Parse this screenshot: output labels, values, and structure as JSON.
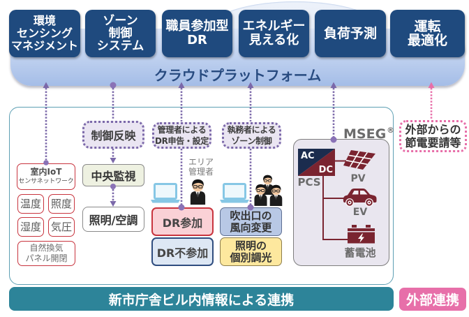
{
  "colors": {
    "navy": "#1f4a7e",
    "cloud-text": "#284b80",
    "teal": "#2d8499",
    "pink": "#e76fa9",
    "purple": "#7b68a9",
    "red": "#c8343e",
    "maroon": "#7a2430",
    "pcs-navy": "#1b2c4e",
    "laptop": "#86c7e5"
  },
  "cloud_platform": {
    "label": "クラウドプラットフォーム",
    "services": [
      {
        "lines": [
          "環境",
          "センシング",
          "マネジメント"
        ]
      },
      {
        "lines": [
          "ゾーン",
          "制御",
          "システム"
        ]
      },
      {
        "lines": [
          "職員参加型",
          "DR"
        ]
      },
      {
        "lines": [
          "エネルギー",
          "見える化"
        ]
      },
      {
        "lines": [
          "負荷予測"
        ]
      },
      {
        "lines": [
          "運転",
          "最適化"
        ]
      }
    ]
  },
  "building": {
    "sensor_network": {
      "lines": [
        "室内IoT",
        "センサネットワーク"
      ]
    },
    "sensors": [
      "温度",
      "照度",
      "湿度",
      "気圧"
    ],
    "ventilation_panel": {
      "lines": [
        "自然換気",
        "パネル開閉"
      ]
    },
    "control_feedback": "制御反映",
    "central_monitoring": "中央監視",
    "lighting_hvac": "照明/空調",
    "manager_dr": {
      "lines": [
        "管理者による",
        "DR申告・設定"
      ]
    },
    "area_manager": {
      "lines": [
        "エリア",
        "管理者"
      ],
      "icons": [
        "laptop-icon",
        "person-icon"
      ]
    },
    "dr_participation": "DR参加",
    "dr_non_participation": "DR不参加",
    "worker_zone_control": {
      "lines": [
        "執務者による",
        "ゾーン制御"
      ],
      "icons": [
        "laptop-icon",
        "people-group-icon"
      ]
    },
    "airflow_direction": {
      "lines": [
        "吹出口の",
        "風向変更"
      ]
    },
    "individual_dimming": {
      "lines": [
        "照明の",
        "個別調光"
      ]
    },
    "mseg": {
      "title": "MSEG",
      "title_mark": "®",
      "pcs": {
        "label": "PCS",
        "ac": "AC",
        "dc": "DC",
        "icon": "ac-dc-converter-icon"
      },
      "devices": [
        {
          "label": "PV",
          "icon": "solar-panel-icon"
        },
        {
          "label": "EV",
          "icon": "car-icon"
        },
        {
          "label": "蓄電池",
          "icon": "battery-icon"
        }
      ]
    },
    "footer": "新市庁舎ビル内情報による連携"
  },
  "external": {
    "request": {
      "lines": [
        "外部からの",
        "節電要請等"
      ]
    },
    "footer": "外部連携"
  },
  "connectors": [
    {
      "from": "building.sensor_network",
      "to": "cloud_platform",
      "arrowhead": true
    },
    {
      "from": "cloud_platform",
      "to": "building.control_feedback",
      "arrowhead": false
    },
    {
      "from": "building.control_feedback",
      "to": "building.central_monitoring",
      "arrowhead": true
    },
    {
      "from": "building.central_monitoring",
      "to": "building.lighting_hvac",
      "arrowhead": true
    },
    {
      "from": "building.dr_participation",
      "to": "cloud_platform",
      "via": "building.manager_dr",
      "arrowhead": true
    },
    {
      "from": "building.airflow_direction",
      "to": "cloud_platform",
      "via": "building.worker_zone_control",
      "arrowhead": true
    },
    {
      "from": "building.mseg",
      "to": "cloud_platform",
      "arrowhead": true
    },
    {
      "from": "external.request",
      "to": "cloud_platform",
      "arrowhead": true,
      "color": "pink"
    }
  ]
}
